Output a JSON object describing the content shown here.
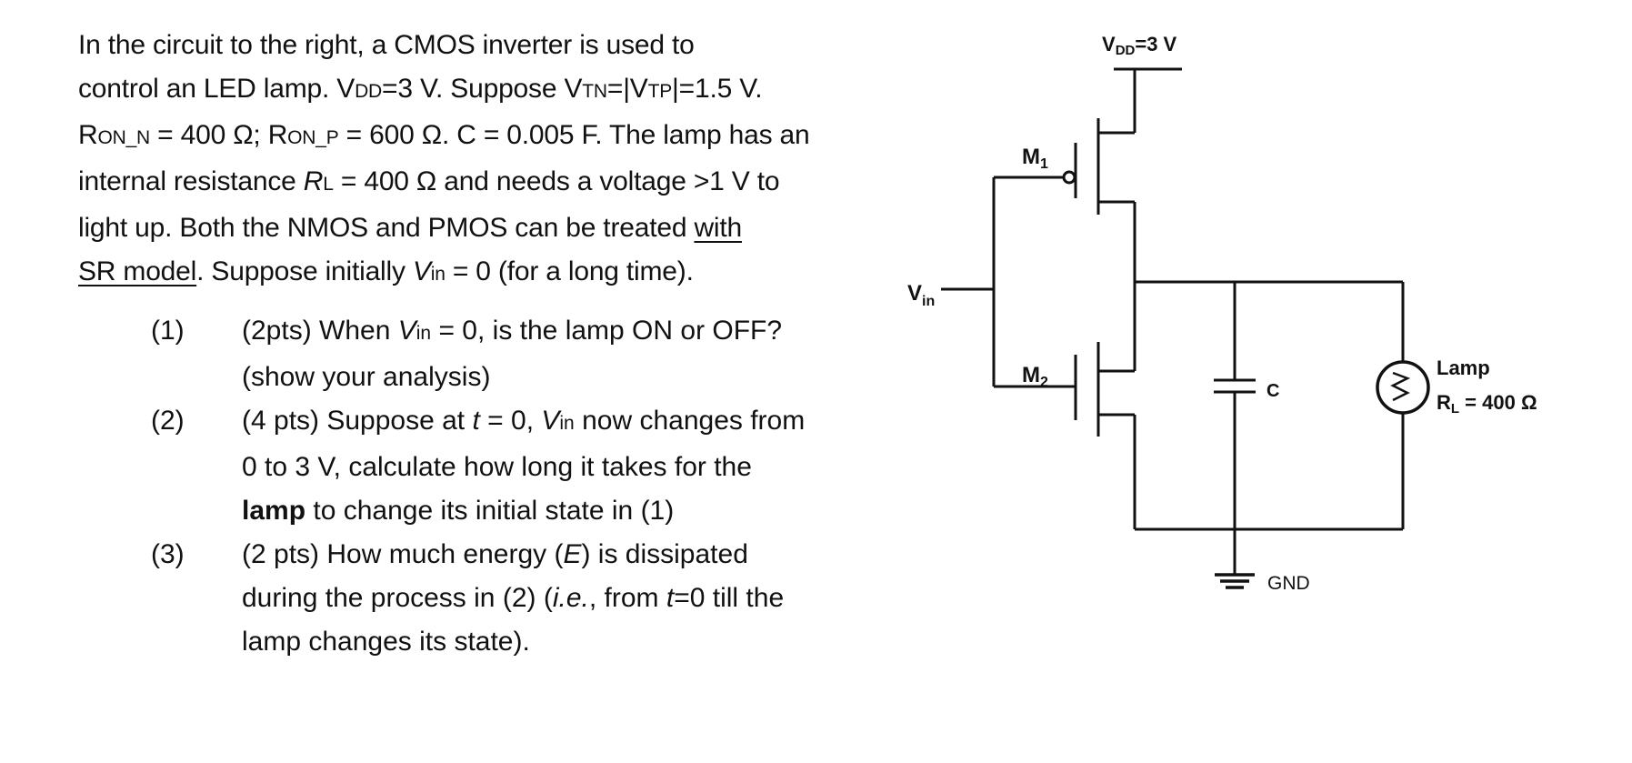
{
  "intro": {
    "l1": "In the circuit to the right, a CMOS inverter is used to",
    "l2a": "control an LED lamp. V",
    "l2b": "DD",
    "l2c": "=3 V. Suppose V",
    "l2d": "TN",
    "l2e": "=|V",
    "l2f": "TP",
    "l2g": "|=1.5 V.",
    "l3a": "R",
    "l3b": "ON_N",
    "l3c": " = 400 Ω; R",
    "l3d": "ON_P",
    "l3e": " = 600 Ω. C = 0.005 F. The lamp has an",
    "l4a": "internal resistance ",
    "l4b": "R",
    "l4c": "L",
    "l4d": " = 400 Ω and needs a voltage >1 V to",
    "l5a": "light up. Both the NMOS and PMOS can be treated ",
    "l5b": "with",
    "l6a": "SR model",
    "l6b": ". Suppose initially ",
    "l6c": "V",
    "l6d": "in",
    "l6e": " = 0 (for a long time)."
  },
  "questions": [
    {
      "num": "(1)",
      "a": "(2pts) When ",
      "b": "V",
      "c": "in",
      "d": " = 0, is the lamp ON or OFF?",
      "e": "(show your analysis)"
    },
    {
      "num": "(2)",
      "a": "(4 pts) Suppose at ",
      "b": "t",
      "c": " = 0, ",
      "d": "V",
      "e": "in",
      "f": " now changes from",
      "g": "0 to 3 V, calculate how long it takes for the",
      "h": "lamp",
      "i": " to change its initial state in (1)"
    },
    {
      "num": "(3)",
      "a": "(2 pts) How much energy (",
      "b": "E",
      "c": ") is dissipated",
      "d": "during the process in (2) (",
      "e": "i.e.",
      "f": ", from ",
      "g": "t",
      "h": "=0 till the",
      "i": "lamp changes its state)."
    }
  ],
  "circuit": {
    "vdd_label": "V",
    "vdd_sub": "DD",
    "vdd_val": "=3 V",
    "m1": "M",
    "m1_sub": "1",
    "m2": "M",
    "m2_sub": "2",
    "vin": "V",
    "vin_sub": "in",
    "cap_label": "C",
    "lamp_label": "Lamp",
    "rl_label": "R",
    "rl_sub": "L",
    "rl_val": " = 400 Ω",
    "gnd_label": "GND"
  }
}
